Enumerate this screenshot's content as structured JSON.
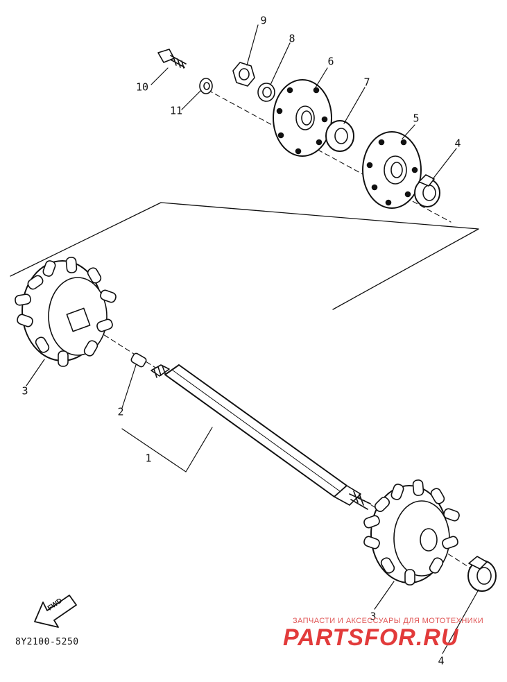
{
  "callouts": [
    {
      "id": "1",
      "label": "1"
    },
    {
      "id": "2",
      "label": "2"
    },
    {
      "id": "3a",
      "label": "3"
    },
    {
      "id": "3b",
      "label": "3"
    },
    {
      "id": "4a",
      "label": "4"
    },
    {
      "id": "4b",
      "label": "4"
    },
    {
      "id": "5",
      "label": "5"
    },
    {
      "id": "6",
      "label": "6"
    },
    {
      "id": "7",
      "label": "7"
    },
    {
      "id": "8",
      "label": "8"
    },
    {
      "id": "9",
      "label": "9"
    },
    {
      "id": "10",
      "label": "10"
    },
    {
      "id": "11",
      "label": "11"
    }
  ],
  "diagram_code": "8Y2100-5250",
  "direction_indicator": "FWD",
  "watermark": {
    "tagline": "ЗАПЧАСТИ И АКСЕССУАРЫ ДЛЯ МОТОТЕХНИКИ",
    "brand": "PARTSFOR.RU"
  },
  "colors": {
    "ink": "#111111",
    "watermark": "#e23b3b",
    "paper": "#ffffff"
  }
}
